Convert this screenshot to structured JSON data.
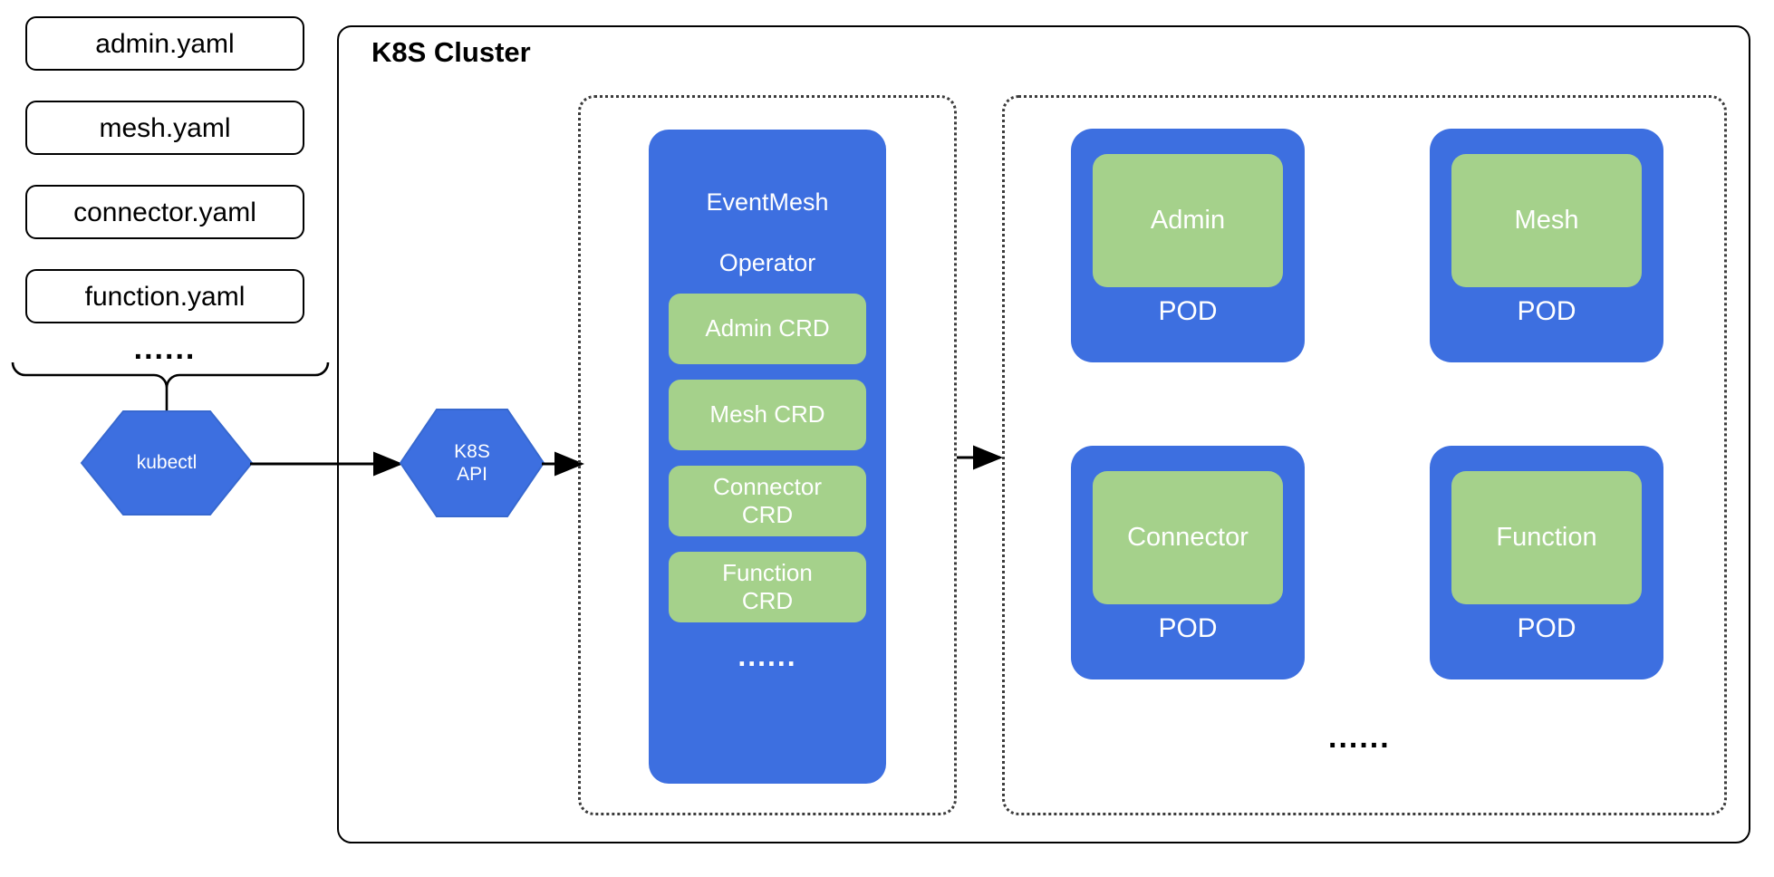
{
  "colors": {
    "blue": "#3d6fe0",
    "green": "#a5d18b",
    "stroke": "#000000",
    "dotted": "#3b3b3b",
    "white": "#ffffff"
  },
  "yaml_files": [
    {
      "label": "admin.yaml"
    },
    {
      "label": "mesh.yaml"
    },
    {
      "label": "connector.yaml"
    },
    {
      "label": "function.yaml"
    }
  ],
  "yaml_ellipsis": "......",
  "kubectl": {
    "label": "kubectl"
  },
  "k8s_api": {
    "label": "K8S\nAPI",
    "line1": "K8S",
    "line2": "API"
  },
  "cluster": {
    "title": "K8S Cluster"
  },
  "operator": {
    "title": "EventMesh\nOperator",
    "title_line1": "EventMesh",
    "title_line2": "Operator",
    "ellipsis": "......",
    "crds": [
      {
        "label": "Admin CRD"
      },
      {
        "label": "Mesh CRD"
      },
      {
        "label": "Connector\nCRD"
      },
      {
        "label": "Function\nCRD"
      }
    ]
  },
  "pods": {
    "label": "POD",
    "ellipsis": "......",
    "items": [
      {
        "name": "Admin",
        "pod_label": "POD"
      },
      {
        "name": "Mesh",
        "pod_label": "POD"
      },
      {
        "name": "Connector",
        "pod_label": "POD"
      },
      {
        "name": "Function",
        "pod_label": "POD"
      }
    ]
  }
}
